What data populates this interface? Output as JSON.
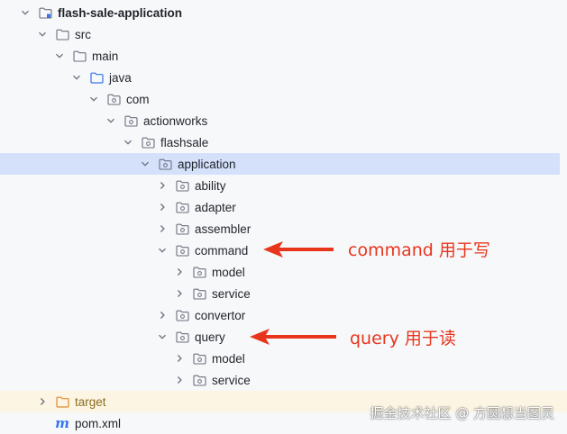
{
  "tree": {
    "root": "flash-sale-application",
    "src": "src",
    "main": "main",
    "java": "java",
    "com": "com",
    "actionworks": "actionworks",
    "flashsale": "flashsale",
    "application": "application",
    "ability": "ability",
    "adapter": "adapter",
    "assembler": "assembler",
    "command": "command",
    "command_model": "model",
    "command_service": "service",
    "convertor": "convertor",
    "query": "query",
    "query_model": "model",
    "query_service": "service",
    "target": "target",
    "pom_icon": "m",
    "pom": "pom.xml"
  },
  "annotations": {
    "command_note": "command 用于写",
    "query_note": "query 用于读"
  },
  "watermark": "掘金技术社区 @ 方圆想当图灵",
  "colors": {
    "selection": "#d5e1fb",
    "excluded_bg": "#fcf5e3",
    "annotation": "#e8361d",
    "source_folder": "#3574f0"
  }
}
